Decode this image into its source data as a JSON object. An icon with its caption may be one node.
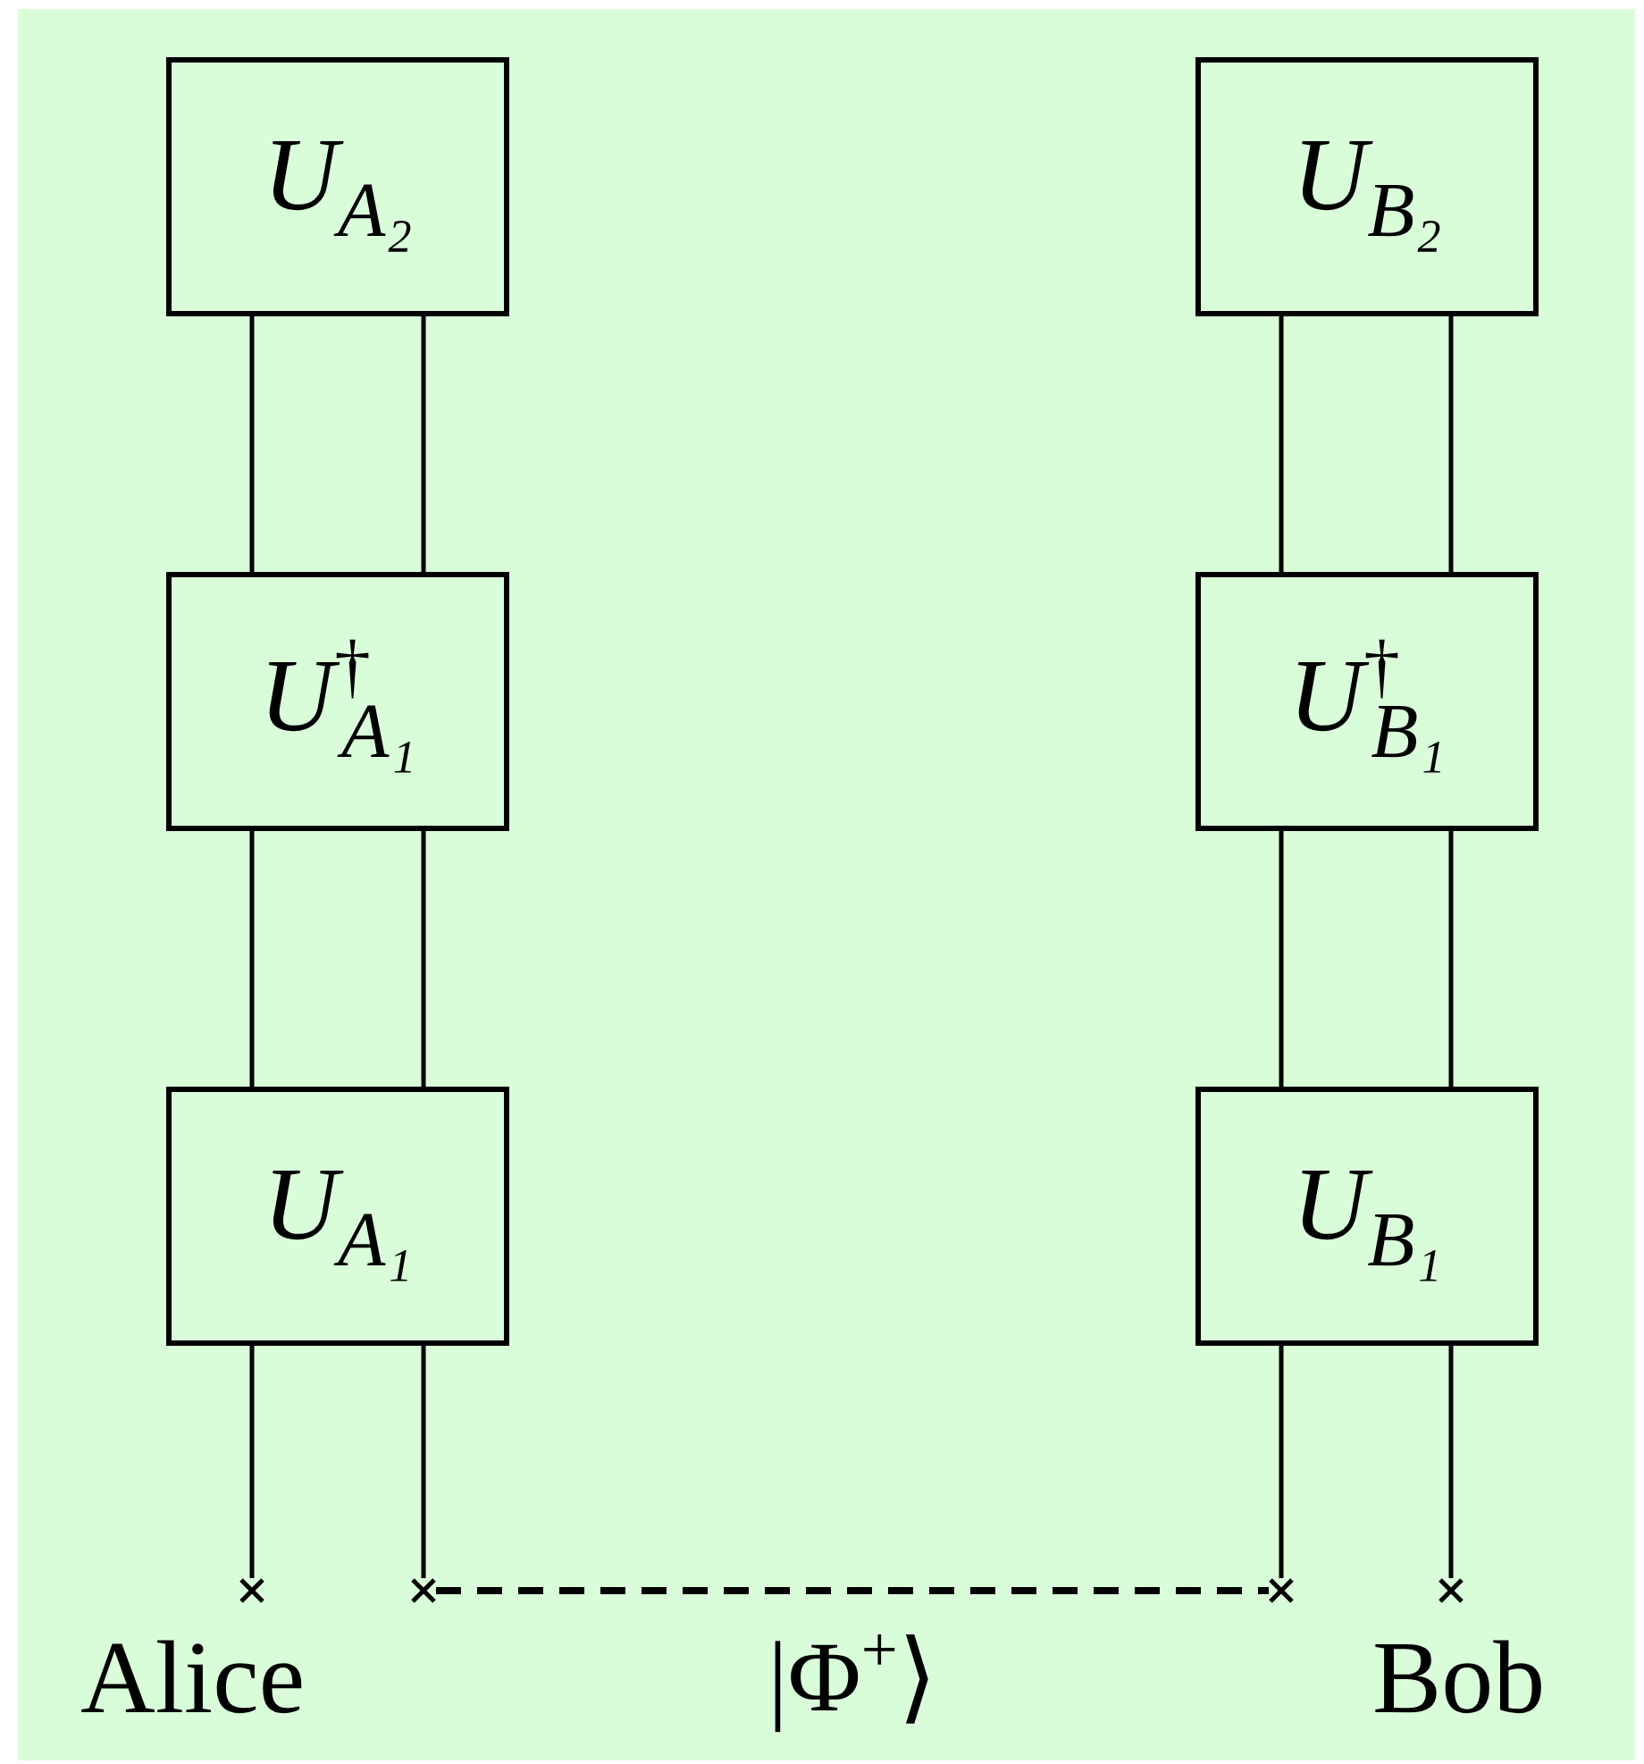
{
  "diagram": {
    "nodes": [
      {
        "text": [
          "U$_{A₂}$"
        ]
      },
      {
        "text": [
          "U$^{†}$$_{A₁}$"
        ]
      },
      {
        "text": [
          "U$_{A₁}$"
        ]
      },
      {
        "text": [
          "U$_{B₂}$"
        ]
      },
      {
        "text": [
          "U$^{†}$$_{B₁}$"
        ]
      },
      {
        "text": [
          "U$_{B₁}$"
        ]
      },
      {
        "text": [],
        "shape": "cross"
      },
      {
        "text": [],
        "shape": "cross"
      },
      {
        "text": [],
        "shape": "cross"
      },
      {
        "text": [],
        "shape": "cross"
      }
    ],
    "edges": [
      {
        "from": 0,
        "to": 1,
        "arrow": "none"
      },
      {
        "from": 0,
        "to": 1,
        "arrow": "none"
      },
      {
        "from": 1,
        "to": 2,
        "arrow": "none"
      },
      {
        "from": 1,
        "to": 2,
        "arrow": "none"
      },
      {
        "from": 3,
        "to": 4,
        "arrow": "none"
      },
      {
        "from": 3,
        "to": 4,
        "arrow": "none"
      },
      {
        "from": 4,
        "to": 5,
        "arrow": "none"
      },
      {
        "from": 4,
        "to": 5,
        "arrow": "none"
      },
      {
        "from": 2,
        "to": 6,
        "arrow": "none"
      },
      {
        "from": 2,
        "to": 7,
        "arrow": "none"
      },
      {
        "from": 5,
        "to": 8,
        "arrow": "none"
      },
      {
        "from": 5,
        "to": 9,
        "arrow": "none"
      },
      {
        "from": 7,
        "to": 8,
        "arrow": "none",
        "style": "dashed",
        "label": "|Φ$^{+}$⟩"
      }
    ],
    "labels": [
      "Alice",
      "Bob"
    ]
  }
}
